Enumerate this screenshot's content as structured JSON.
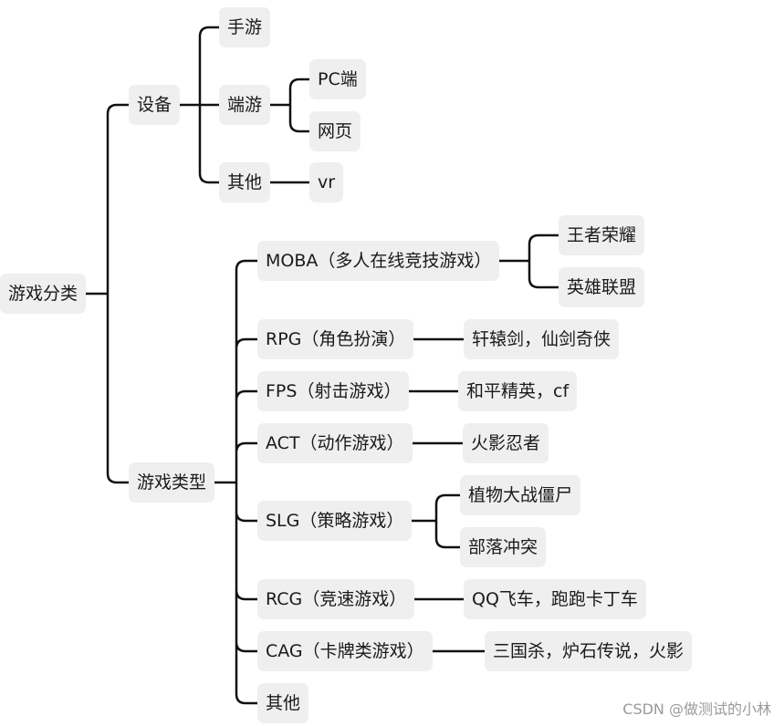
{
  "mindmap": {
    "root": {
      "label": "游戏分类",
      "children": [
        {
          "label": "设备",
          "children": [
            {
              "label": "手游",
              "children": []
            },
            {
              "label": "端游",
              "children": [
                {
                  "label": "PC端",
                  "children": []
                },
                {
                  "label": "网页",
                  "children": []
                }
              ]
            },
            {
              "label": "其他",
              "children": [
                {
                  "label": "vr",
                  "children": []
                }
              ]
            }
          ]
        },
        {
          "label": "游戏类型",
          "children": [
            {
              "label": "MOBA（多人在线竞技游戏）",
              "children": [
                {
                  "label": "王者荣耀",
                  "children": []
                },
                {
                  "label": "英雄联盟",
                  "children": []
                }
              ]
            },
            {
              "label": "RPG（角色扮演）",
              "children": [
                {
                  "label": "轩辕剑，仙剑奇侠",
                  "children": []
                }
              ]
            },
            {
              "label": "FPS（射击游戏）",
              "children": [
                {
                  "label": "和平精英，cf",
                  "children": []
                }
              ]
            },
            {
              "label": "ACT（动作游戏）",
              "children": [
                {
                  "label": "火影忍者",
                  "children": []
                }
              ]
            },
            {
              "label": "SLG（策略游戏）",
              "children": [
                {
                  "label": "植物大战僵尸",
                  "children": []
                },
                {
                  "label": "部落冲突",
                  "children": []
                }
              ]
            },
            {
              "label": "RCG（竞速游戏）",
              "children": [
                {
                  "label": "QQ飞车，跑跑卡丁车",
                  "children": []
                }
              ]
            },
            {
              "label": "CAG（卡牌类游戏）",
              "children": [
                {
                  "label": "三国杀，炉石传说，火影",
                  "children": []
                }
              ]
            },
            {
              "label": "其他",
              "children": []
            }
          ]
        }
      ]
    }
  },
  "watermark": "CSDN @做测试的小林",
  "colors": {
    "node_bg": "#efefef",
    "line": "#111111",
    "text": "#1a1a1a"
  }
}
